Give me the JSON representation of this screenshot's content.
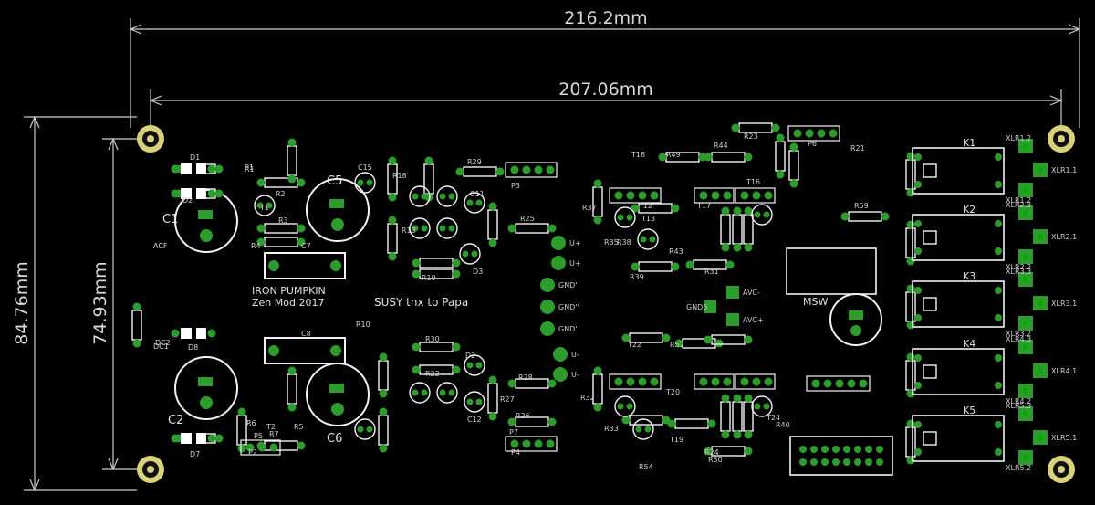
{
  "dimensions": {
    "outer_width": "216.2mm",
    "inner_width": "207.06mm",
    "outer_height": "84.76mm",
    "inner_height": "74.93mm"
  },
  "silkscreen": {
    "title_line1": "IRON PUMPKIN",
    "title_line2": "Zen Mod 2017",
    "credit": "SUSY tnx to Papa",
    "switch_label": "MSW"
  },
  "caps": {
    "c1": "C1",
    "c2": "C2",
    "c5": "C5",
    "c6": "C6"
  },
  "relays": [
    "K1",
    "K2",
    "K3",
    "K4",
    "K5"
  ],
  "xlr": {
    "k1": [
      "XLR1.2",
      "XLR1.1",
      "XLR1.2"
    ],
    "k2": [
      "XLR2.3",
      "XLR2.1",
      "XLR2.2"
    ],
    "k3": [
      "XLR3.3",
      "XLR3.1",
      "XLR3.2"
    ],
    "k4": [
      "XLR4.3",
      "XLR4.1",
      "XLR4.2"
    ],
    "k5": [
      "XLR5.3",
      "XLR5.1",
      "XLR5.2"
    ]
  },
  "pads_mid": [
    "U+",
    "U+",
    "GND'",
    "GND''",
    "GND'",
    "U-",
    "U-"
  ],
  "pads_right": [
    "AVC-",
    "AVC+",
    "GND5"
  ],
  "refdes": {
    "top_left": [
      "D1",
      "D2",
      "R1",
      "R2",
      "T1",
      "R3",
      "R4",
      "C7",
      "R29",
      "R25",
      "R19",
      "R18",
      "R13",
      "C15",
      "C11",
      "D3",
      "P1",
      "P3"
    ],
    "bottom_left": [
      "D8",
      "D7",
      "T2",
      "R5",
      "R6",
      "R7",
      "C8",
      "R10",
      "R30",
      "R22",
      "R28",
      "C12",
      "D2",
      "R27",
      "R26",
      "P2",
      "P4"
    ],
    "center": [
      "R37",
      "R35",
      "R49",
      "R44",
      "R23",
      "P6",
      "T18",
      "T13",
      "T16",
      "T17",
      "T12",
      "R38",
      "R43",
      "R39",
      "R31",
      "R32",
      "R33",
      "R52",
      "T22",
      "T20",
      "T24",
      "R40",
      "T19",
      "R54",
      "R50",
      "R24"
    ],
    "misc": [
      "R21",
      "R59",
      "ACF",
      "DC1",
      "DC2",
      "P5",
      "P7"
    ]
  },
  "colors": {
    "board": "#000000",
    "pad": "#2d9c2d",
    "silk": "#f2f2f2",
    "dimension": "#cccccc",
    "hole": "#d9d27a"
  }
}
